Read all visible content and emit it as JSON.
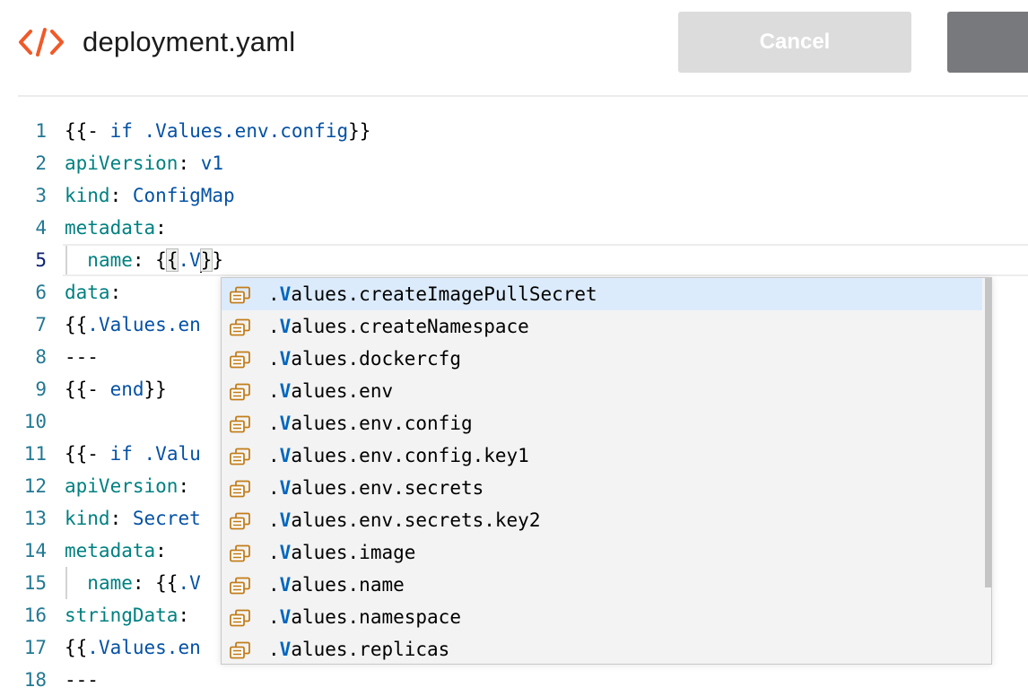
{
  "header": {
    "filename": "deployment.yaml",
    "cancel_label": "Cancel",
    "primary_label": ""
  },
  "editor": {
    "current_line": 5,
    "lines": [
      {
        "num": "1",
        "parts": [
          [
            "p",
            "{{- "
          ],
          [
            "v",
            "if"
          ],
          [
            "p",
            " "
          ],
          [
            "v",
            ".Values.env.config"
          ],
          [
            "p",
            "}}"
          ]
        ]
      },
      {
        "num": "2",
        "parts": [
          [
            "k",
            "apiVersion"
          ],
          [
            "p",
            ": "
          ],
          [
            "v",
            "v1"
          ]
        ]
      },
      {
        "num": "3",
        "parts": [
          [
            "k",
            "kind"
          ],
          [
            "p",
            ": "
          ],
          [
            "v",
            "ConfigMap"
          ]
        ]
      },
      {
        "num": "4",
        "parts": [
          [
            "k",
            "metadata"
          ],
          [
            "p",
            ":"
          ]
        ]
      },
      {
        "num": "5",
        "parts": [
          [
            "p",
            "  "
          ],
          [
            "k",
            "name"
          ],
          [
            "p",
            ": {"
          ],
          [
            "bm",
            "{"
          ],
          [
            "v",
            ".V"
          ],
          [
            "caret",
            ""
          ],
          [
            "bm",
            "}"
          ],
          [
            "p",
            "}"
          ]
        ],
        "guide": true
      },
      {
        "num": "6",
        "parts": [
          [
            "k",
            "data"
          ],
          [
            "p",
            ":"
          ]
        ]
      },
      {
        "num": "7",
        "parts": [
          [
            "p",
            "{{"
          ],
          [
            "v",
            ".Values.en"
          ]
        ]
      },
      {
        "num": "8",
        "parts": [
          [
            "p",
            "---"
          ]
        ]
      },
      {
        "num": "9",
        "parts": [
          [
            "p",
            "{{- "
          ],
          [
            "v",
            "end"
          ],
          [
            "p",
            "}}"
          ]
        ]
      },
      {
        "num": "10",
        "parts": []
      },
      {
        "num": "11",
        "parts": [
          [
            "p",
            "{{- "
          ],
          [
            "v",
            "if"
          ],
          [
            "p",
            " "
          ],
          [
            "v",
            ".Valu"
          ]
        ]
      },
      {
        "num": "12",
        "parts": [
          [
            "k",
            "apiVersion"
          ],
          [
            "p",
            ":"
          ]
        ]
      },
      {
        "num": "13",
        "parts": [
          [
            "k",
            "kind"
          ],
          [
            "p",
            ": "
          ],
          [
            "v",
            "Secret"
          ]
        ]
      },
      {
        "num": "14",
        "parts": [
          [
            "k",
            "metadata"
          ],
          [
            "p",
            ":"
          ]
        ]
      },
      {
        "num": "15",
        "parts": [
          [
            "p",
            "  "
          ],
          [
            "k",
            "name"
          ],
          [
            "p",
            ": {{"
          ],
          [
            "v",
            ".V"
          ]
        ],
        "guide": true
      },
      {
        "num": "16",
        "parts": [
          [
            "k",
            "stringData"
          ],
          [
            "p",
            ":"
          ]
        ]
      },
      {
        "num": "17",
        "parts": [
          [
            "p",
            "{{"
          ],
          [
            "v",
            ".Values.en"
          ]
        ]
      },
      {
        "num": "18",
        "parts": [
          [
            "p",
            "---"
          ]
        ]
      }
    ]
  },
  "suggest": {
    "selected_index": 0,
    "match_prefix": ".V",
    "icon": "property-icon",
    "items": [
      ".Values.createImagePullSecret",
      ".Values.createNamespace",
      ".Values.dockercfg",
      ".Values.env",
      ".Values.env.config",
      ".Values.env.config.key1",
      ".Values.env.secrets",
      ".Values.env.secrets.key2",
      ".Values.image",
      ".Values.name",
      ".Values.namespace",
      ".Values.replicas"
    ]
  },
  "colors": {
    "key": "#008080",
    "value": "#0451a5",
    "line_number": "#237893",
    "match_highlight": "#0066bf",
    "file_icon": "#f05a28",
    "suggest_icon": "#c27d1a"
  }
}
